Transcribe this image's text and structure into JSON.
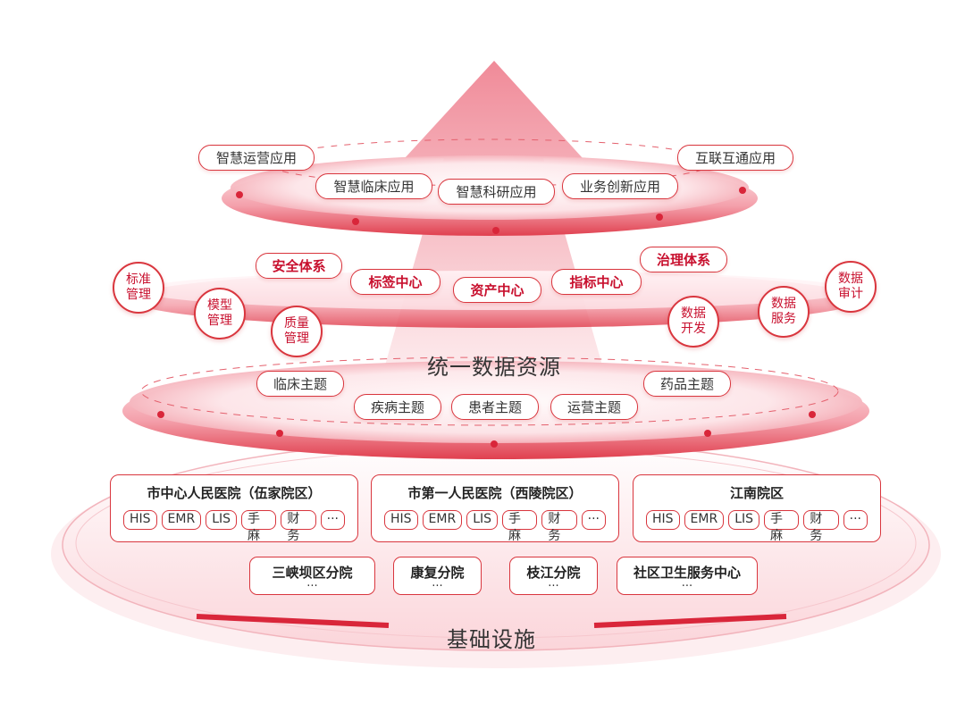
{
  "application_layer": {
    "items": [
      "智慧运营应用",
      "智慧临床应用",
      "智慧科研应用",
      "业务创新应用",
      "互联互通应用"
    ]
  },
  "governance_layer": {
    "pills": [
      "安全体系",
      "标签中心",
      "资产中心",
      "指标中心",
      "治理体系"
    ],
    "circles": [
      "标准管理",
      "模型管理",
      "质量管理",
      "数据开发",
      "数据服务",
      "数据审计"
    ]
  },
  "data_layer": {
    "title": "统一数据资源",
    "topics": [
      "临床主题",
      "疾病主题",
      "患者主题",
      "运营主题",
      "药品主题"
    ]
  },
  "infrastructure_layer": {
    "title": "基础设施",
    "hospitals": [
      {
        "name": "市中心人民医院（伍家院区）",
        "systems": [
          "HIS",
          "EMR",
          "LIS",
          "手麻",
          "财务",
          "···"
        ]
      },
      {
        "name": "市第一人民医院（西陵院区）",
        "systems": [
          "HIS",
          "EMR",
          "LIS",
          "手麻",
          "财务",
          "···"
        ]
      },
      {
        "name": "江南院区",
        "systems": [
          "HIS",
          "EMR",
          "LIS",
          "手麻",
          "财务",
          "···"
        ]
      }
    ],
    "branches": [
      {
        "name": "三峡坝区分院",
        "more": "···"
      },
      {
        "name": "康复分院",
        "more": "···"
      },
      {
        "name": "枝江分院",
        "more": "···"
      },
      {
        "name": "社区卫生服务中心",
        "more": "···"
      }
    ]
  },
  "colors": {
    "accent": "#d9363e",
    "accent_dark": "#c8102e",
    "arrow": "#f3a3ae"
  }
}
